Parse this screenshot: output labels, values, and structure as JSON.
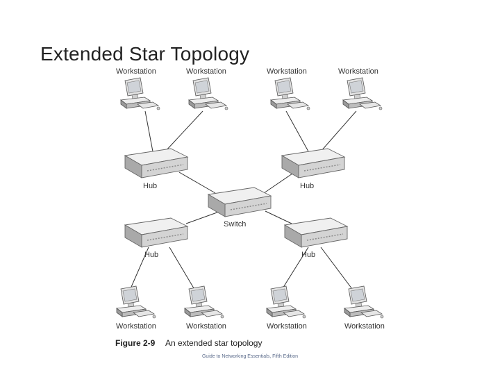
{
  "title": "Extended Star Topology",
  "labels": {
    "workstation": "Workstation",
    "hub": "Hub",
    "switch": "Switch"
  },
  "caption": {
    "figure_number": "Figure 2-9",
    "text": "An extended star topology"
  },
  "footer": "Guide to Networking Essentials, Fifth Edition",
  "colors": {
    "line": "#333333",
    "device_fill": "#e8e8e8",
    "device_shadow": "#a9a9a9"
  },
  "nodes": [
    {
      "id": "ws1",
      "type": "workstation"
    },
    {
      "id": "ws2",
      "type": "workstation"
    },
    {
      "id": "ws3",
      "type": "workstation"
    },
    {
      "id": "ws4",
      "type": "workstation"
    },
    {
      "id": "hub-tl",
      "type": "hub"
    },
    {
      "id": "hub-tr",
      "type": "hub"
    },
    {
      "id": "switch",
      "type": "switch"
    },
    {
      "id": "hub-bl",
      "type": "hub"
    },
    {
      "id": "hub-br",
      "type": "hub"
    },
    {
      "id": "ws5",
      "type": "workstation"
    },
    {
      "id": "ws6",
      "type": "workstation"
    },
    {
      "id": "ws7",
      "type": "workstation"
    },
    {
      "id": "ws8",
      "type": "workstation"
    }
  ],
  "edges": [
    [
      "ws1",
      "hub-tl"
    ],
    [
      "ws2",
      "hub-tl"
    ],
    [
      "ws3",
      "hub-tr"
    ],
    [
      "ws4",
      "hub-tr"
    ],
    [
      "hub-tl",
      "switch"
    ],
    [
      "hub-tr",
      "switch"
    ],
    [
      "switch",
      "hub-bl"
    ],
    [
      "switch",
      "hub-br"
    ],
    [
      "hub-bl",
      "ws5"
    ],
    [
      "hub-bl",
      "ws6"
    ],
    [
      "hub-br",
      "ws7"
    ],
    [
      "hub-br",
      "ws8"
    ]
  ]
}
